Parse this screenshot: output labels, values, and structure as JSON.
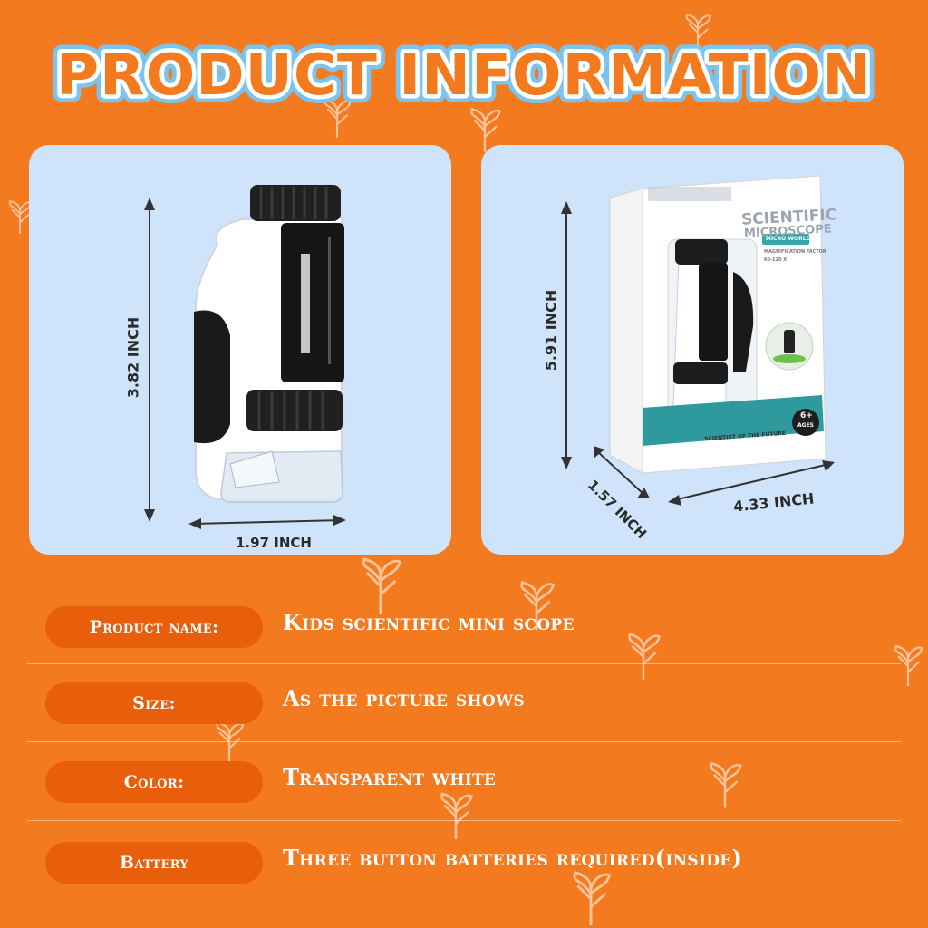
{
  "title": "PRODUCT INFORMATION",
  "colors": {
    "background": "#f47a1f",
    "panel": "#cfe4fa",
    "pill": "#e95e0b",
    "title_fill": "#f47a1f",
    "title_outline_inner": "#ffffff",
    "title_outline_outer": "#7cc4f0"
  },
  "left_panel": {
    "height_label": "3.82 INCH",
    "width_label": "1.97 INCH"
  },
  "right_panel": {
    "height_label": "5.91 INCH",
    "depth_label": "1.57 INCH",
    "width_label": "4.33 INCH",
    "box": {
      "title_line1": "SCIENTIFIC",
      "title_line2": "MICROSCOPE",
      "badge": "MICRO WORLD",
      "magnification": "MAGNIFICATION FACTOR",
      "magnification_range": "60-120 X",
      "tagline": "SCIENTIST OF THE FUTURE",
      "age": "6+",
      "age_label": "AGES"
    }
  },
  "info_rows": [
    {
      "label": "Product name:",
      "value": "Kids scientific mini scope"
    },
    {
      "label": "Size:",
      "value": "As the picture shows"
    },
    {
      "label": "Color:",
      "value": "Transparent white"
    },
    {
      "label": "Battery",
      "value": "Three button batteries required(inside)"
    }
  ]
}
